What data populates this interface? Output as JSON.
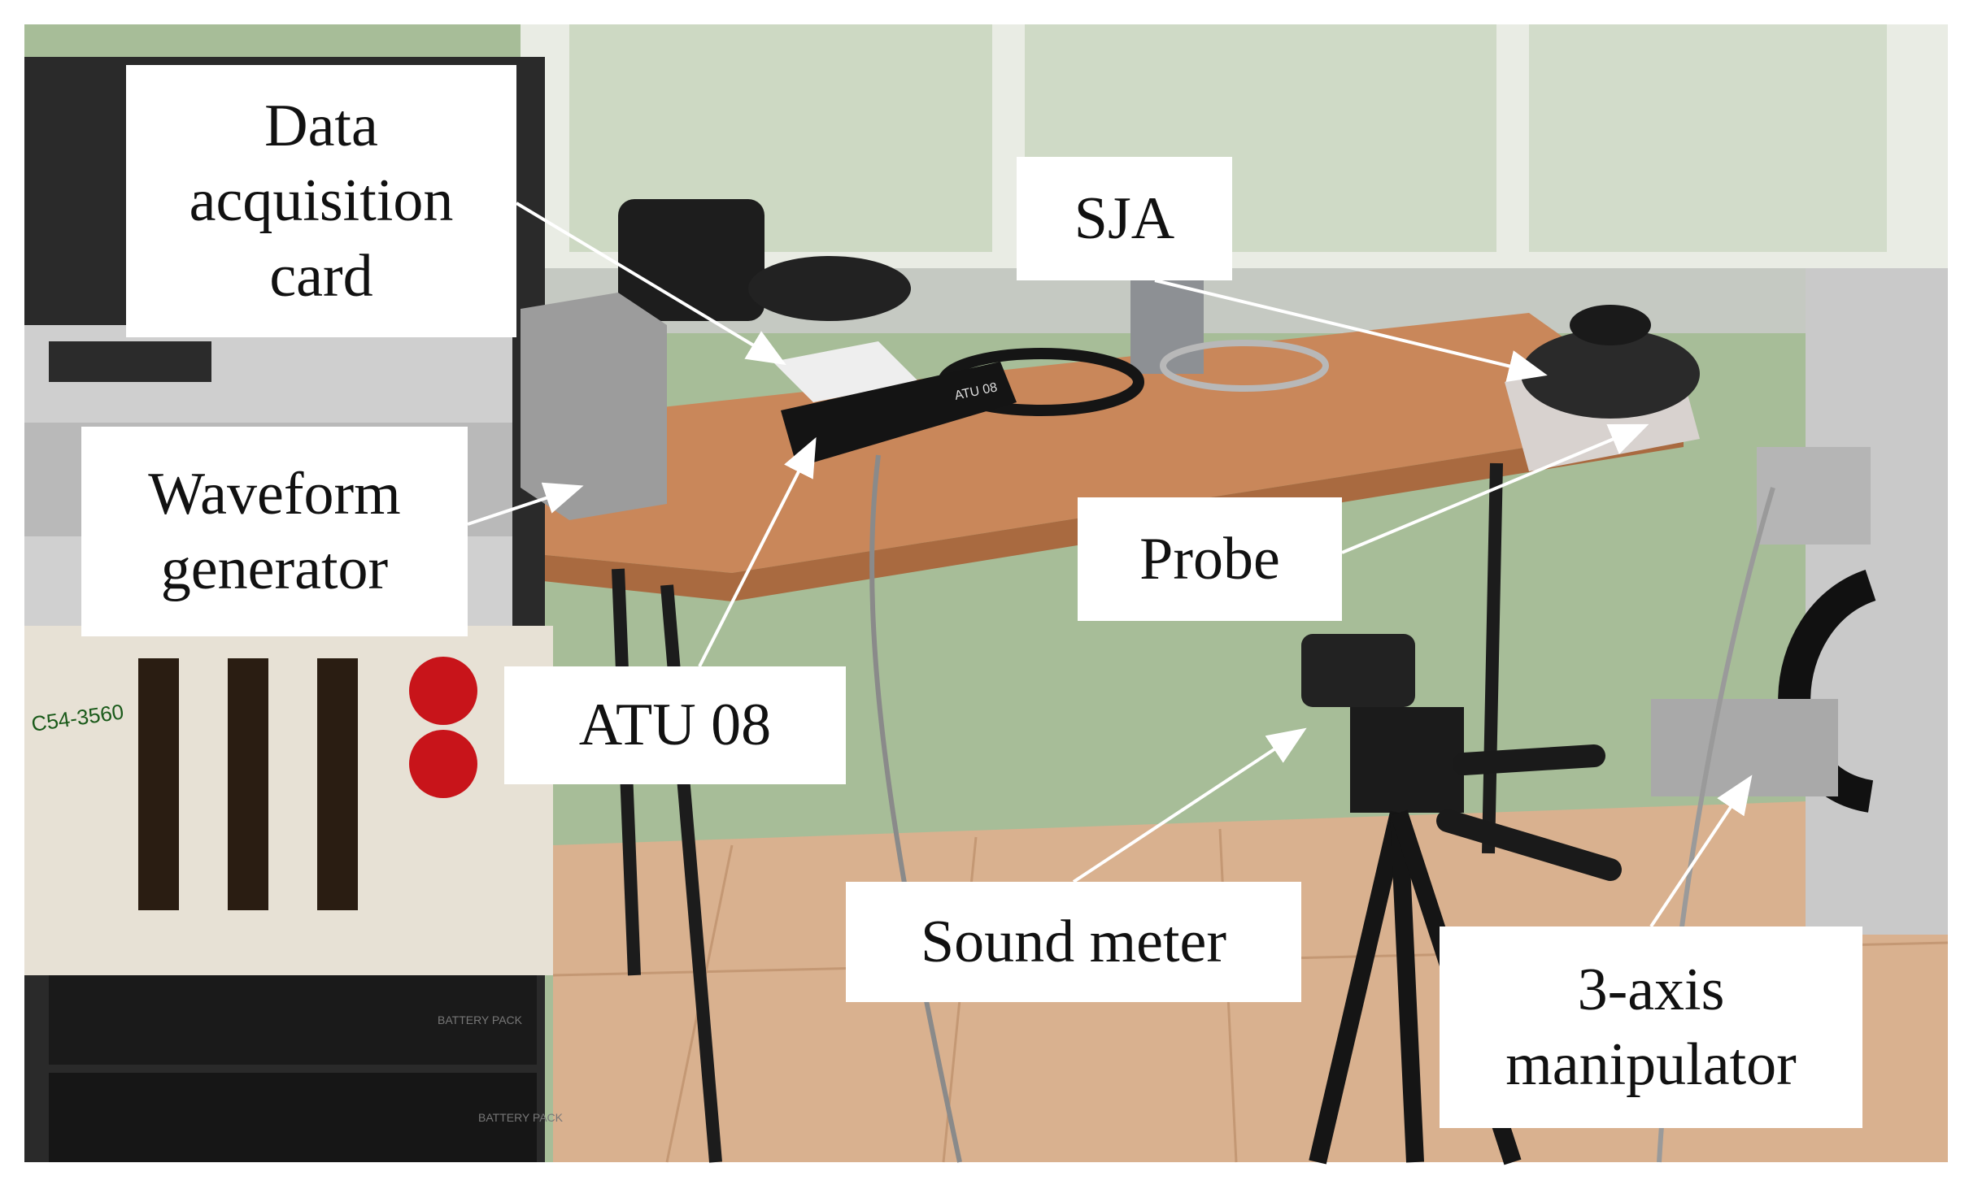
{
  "labels": {
    "data_acquisition_card": "Data\nacquisition\ncard",
    "sja": "SJA",
    "waveform_generator": "Waveform\ngenerator",
    "probe": "Probe",
    "atu_08": "ATU 08",
    "sound_meter": "Sound meter",
    "three_axis_manipulator": "3-axis\nmanipulator"
  },
  "device_text": {
    "atu_panel": "ATU 08",
    "battery_pack_1": "BATTERY PACK",
    "battery_pack_2": "BATTERY PACK",
    "sticker": "C54-3560"
  },
  "colors": {
    "label_fill": "#ffffff",
    "label_text": "#111111",
    "arrow": "#ffffff",
    "table_top": "#c8875a",
    "wall": "#a8bf9a",
    "floor": "#dcb595",
    "window": "#c9d6c4",
    "rack": "#2a2a2a",
    "panel": "#e8e2d6"
  }
}
